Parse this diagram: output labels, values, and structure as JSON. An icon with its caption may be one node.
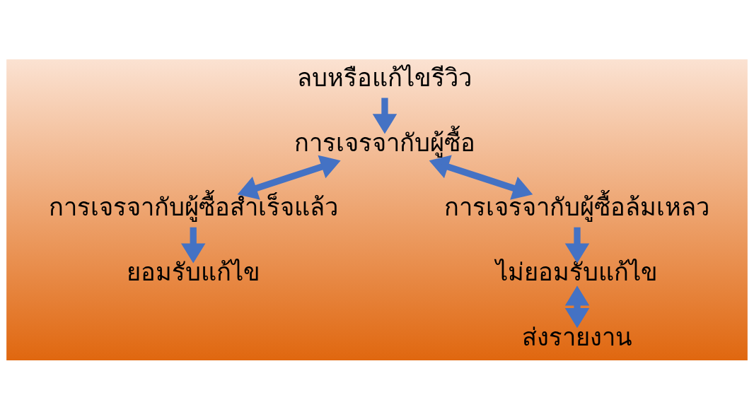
{
  "diagram": {
    "nodes": [
      {
        "text": [
          "ลบหรือแก้ไขรีวิว"
        ]
      },
      {
        "text": [
          "การเจรจากับผู้ซื้อ"
        ]
      },
      {
        "text": [
          "การเจรจากับผู้ซื้อสำเร็จแล้ว"
        ]
      },
      {
        "text": [
          "การเจรจากับผู้ซื้อล้มเหลว"
        ]
      },
      {
        "text": [
          "ยอมรับแก้ไข"
        ]
      },
      {
        "text": [
          "ไม่ยอมรับแก้ไข"
        ]
      },
      {
        "text": [
          "ส่งรายงาน"
        ]
      }
    ],
    "edges": [
      {
        "from": 0,
        "to": 1,
        "arrow": "to"
      },
      {
        "from": 1,
        "to": 2,
        "arrow": "both"
      },
      {
        "from": 1,
        "to": 3,
        "arrow": "both"
      },
      {
        "from": 2,
        "to": 4,
        "arrow": "to"
      },
      {
        "from": 3,
        "to": 5,
        "arrow": "to"
      },
      {
        "from": 5,
        "to": 6,
        "arrow": "both"
      }
    ]
  }
}
